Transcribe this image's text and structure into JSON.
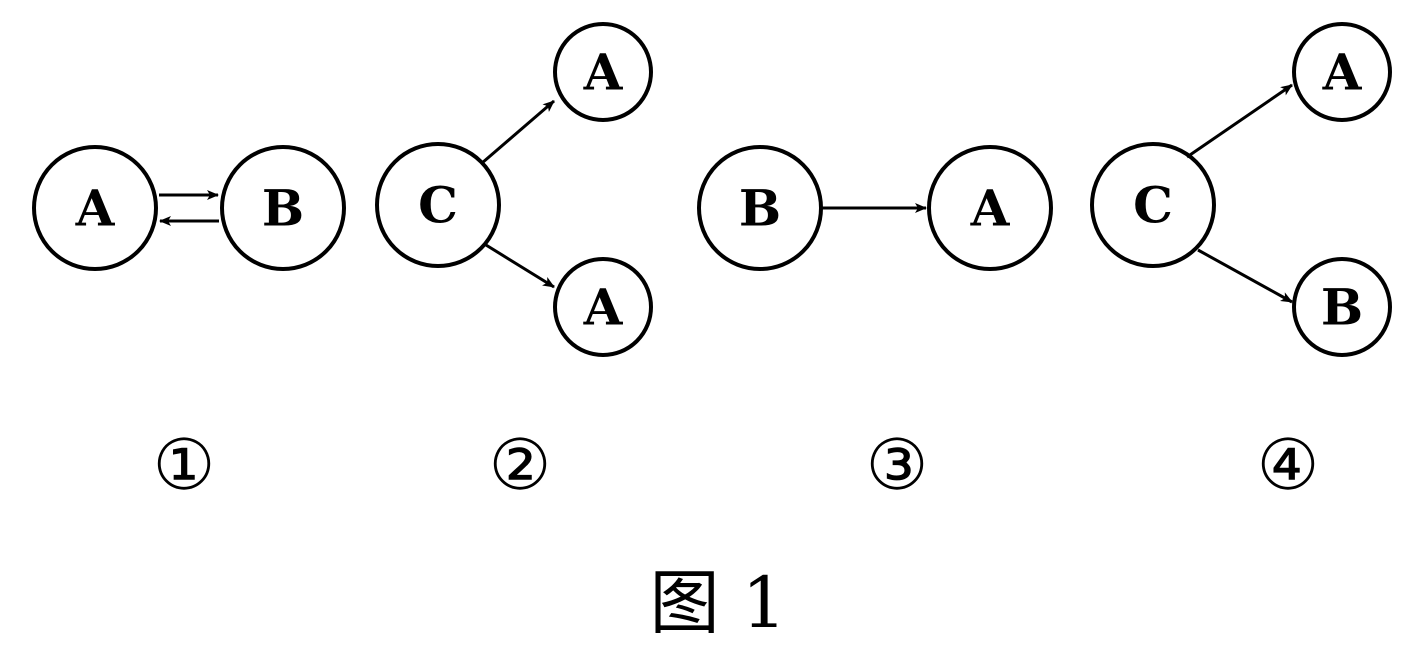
{
  "figure": {
    "caption": "图 1",
    "panels": [
      {
        "number": "①",
        "nodes": [
          "A",
          "B"
        ],
        "edges": [
          [
            "A",
            "B"
          ],
          [
            "B",
            "A"
          ]
        ]
      },
      {
        "number": "②",
        "nodes": [
          "C",
          "A",
          "A"
        ],
        "edges": [
          [
            "C",
            "A"
          ],
          [
            "C",
            "A"
          ]
        ]
      },
      {
        "number": "③",
        "nodes": [
          "B",
          "A"
        ],
        "edges": [
          [
            "B",
            "A"
          ]
        ]
      },
      {
        "number": "④",
        "nodes": [
          "C",
          "A",
          "B"
        ],
        "edges": [
          [
            "C",
            "A"
          ],
          [
            "C",
            "B"
          ]
        ]
      }
    ]
  }
}
